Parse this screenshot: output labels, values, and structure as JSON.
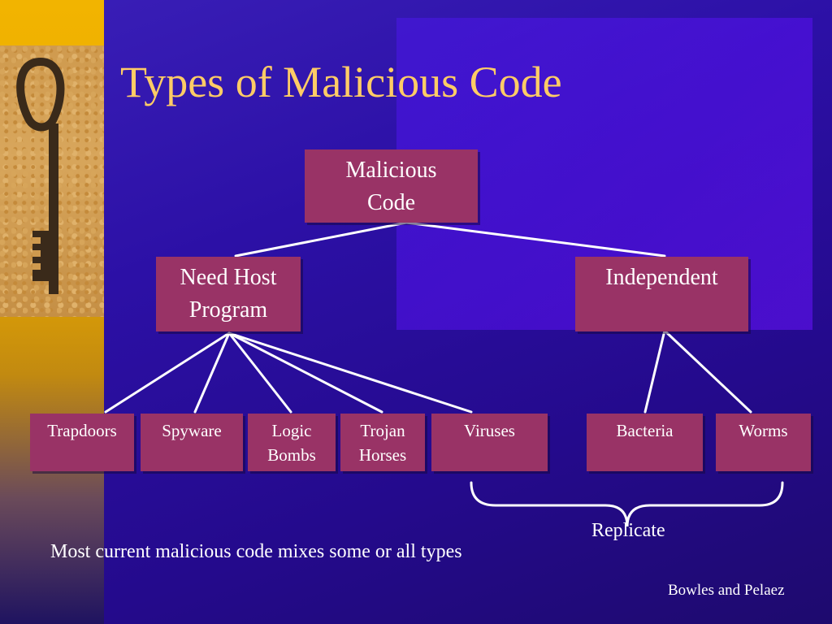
{
  "slide": {
    "title": "Types of Malicious Code",
    "footnote": "Most current malicious code mixes some or all types",
    "credit": "Bowles and Pelaez"
  },
  "colors": {
    "background": "#2c10a6",
    "title_text": "#ffcc66",
    "box_fill": "#993366",
    "line": "#ffffff",
    "left_strip": "#f2b400"
  },
  "tree": {
    "root": {
      "line1": "Malicious",
      "line2": "Code"
    },
    "need_host": {
      "line1": "Need Host",
      "line2": "Program",
      "children": [
        {
          "line1": "Trapdoors",
          "line2": ""
        },
        {
          "line1": "Spyware",
          "line2": ""
        },
        {
          "line1": "Logic",
          "line2": "Bombs"
        },
        {
          "line1": "Trojan",
          "line2": "Horses"
        },
        {
          "line1": "Viruses",
          "line2": ""
        }
      ]
    },
    "independent": {
      "line1": "Independent",
      "children": [
        {
          "line1": "Bacteria"
        },
        {
          "line1": "Worms"
        }
      ]
    },
    "replicate_label": "Replicate"
  },
  "icons": {
    "key_photo": "antique-key-icon"
  }
}
